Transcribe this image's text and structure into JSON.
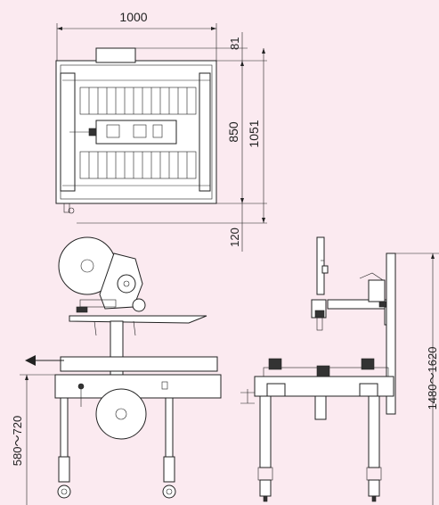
{
  "dimensions": {
    "top_width": "1000",
    "top_offset": "81",
    "inner_depth": "850",
    "overall_depth": "1051",
    "bottom_offset": "120",
    "table_height_range": "580～720",
    "overall_height_range": "1480～1620"
  },
  "flow_direction": "left",
  "colors": {
    "background": "#fbeaf0",
    "line": "#222222",
    "machine_fill": "#ffffff"
  }
}
